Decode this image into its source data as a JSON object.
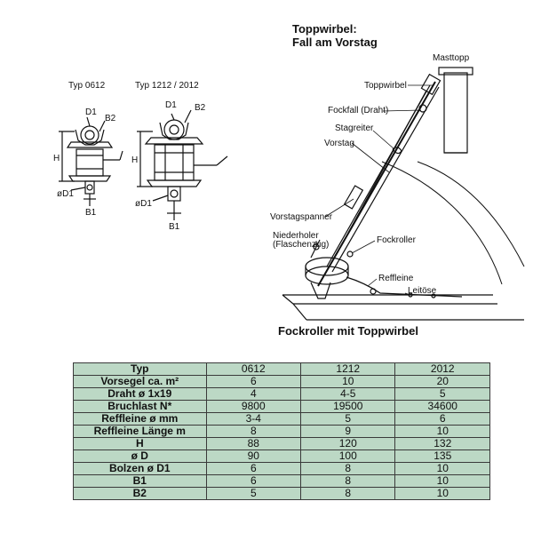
{
  "left_figures": {
    "typ_a": "Typ 0612",
    "typ_b": "Typ 1212 / 2012",
    "dims": {
      "d1": "D1",
      "b2": "B2",
      "h": "H",
      "phi_d1": "øD1",
      "b1": "B1"
    }
  },
  "right_figure": {
    "title_line1": "Toppwirbel:",
    "title_line2": "Fall am Vorstag",
    "callouts": {
      "masttopp": "Masttopp",
      "toppwirbel": "Toppwirbel",
      "fockfall": "Fockfall (Draht)",
      "stagreiter": "Stagreiter",
      "vorstag": "Vorstag",
      "vorstagspanner": "Vorstagspanner",
      "niederholer1": "Niederholer",
      "niederholer2": "(Flaschenzug)",
      "fockroller": "Fockroller",
      "reffleine": "Reffleine",
      "leitoese": "Leitöse"
    },
    "caption": "Fockroller mit Toppwirbel"
  },
  "table": {
    "header": {
      "label": "Typ",
      "cols": [
        "0612",
        "1212",
        "2012"
      ]
    },
    "rows": [
      {
        "label": "Vorsegel ca. m²",
        "values": [
          "6",
          "10",
          "20"
        ]
      },
      {
        "label": "Draht ø 1x19",
        "values": [
          "4",
          "4-5",
          "5"
        ]
      },
      {
        "label": "Bruchlast N*",
        "values": [
          "9800",
          "19500",
          "34600"
        ]
      },
      {
        "label": "Reffleine ø mm",
        "values": [
          "3-4",
          "5",
          "6"
        ]
      },
      {
        "label": "Reffleine Länge m",
        "values": [
          "8",
          "9",
          "10"
        ]
      },
      {
        "label": "H",
        "values": [
          "88",
          "120",
          "132"
        ]
      },
      {
        "label": "ø D",
        "values": [
          "90",
          "100",
          "135"
        ]
      },
      {
        "label": "Bolzen ø D1",
        "values": [
          "6",
          "8",
          "10"
        ]
      },
      {
        "label": "B1",
        "values": [
          "6",
          "8",
          "10"
        ]
      },
      {
        "label": "B2",
        "values": [
          "5",
          "8",
          "10"
        ]
      }
    ]
  }
}
